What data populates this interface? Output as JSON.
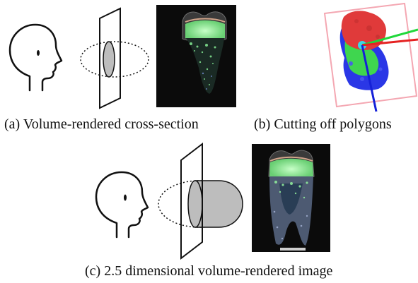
{
  "captions": {
    "a": "(a) Volume-rendered cross-section",
    "b": "(b) Cutting off polygons",
    "c": "(c) 2.5 dimensional volume-rendered image"
  },
  "colors": {
    "line": "#111111",
    "section_fill": "#bdbdbd",
    "render_bg": "#0b0b0b",
    "tooth_green": "#9cf2a2",
    "frame_pink": "#f4a7b2",
    "mesh_red": "#e03a3a",
    "mesh_blue": "#2a37e6",
    "mesh_green": "#3fd64f",
    "axis_green": "#1fd83a",
    "axis_red": "#e52222",
    "axis_blue": "#1520d8",
    "cyan_marker": "#39d9e8"
  }
}
